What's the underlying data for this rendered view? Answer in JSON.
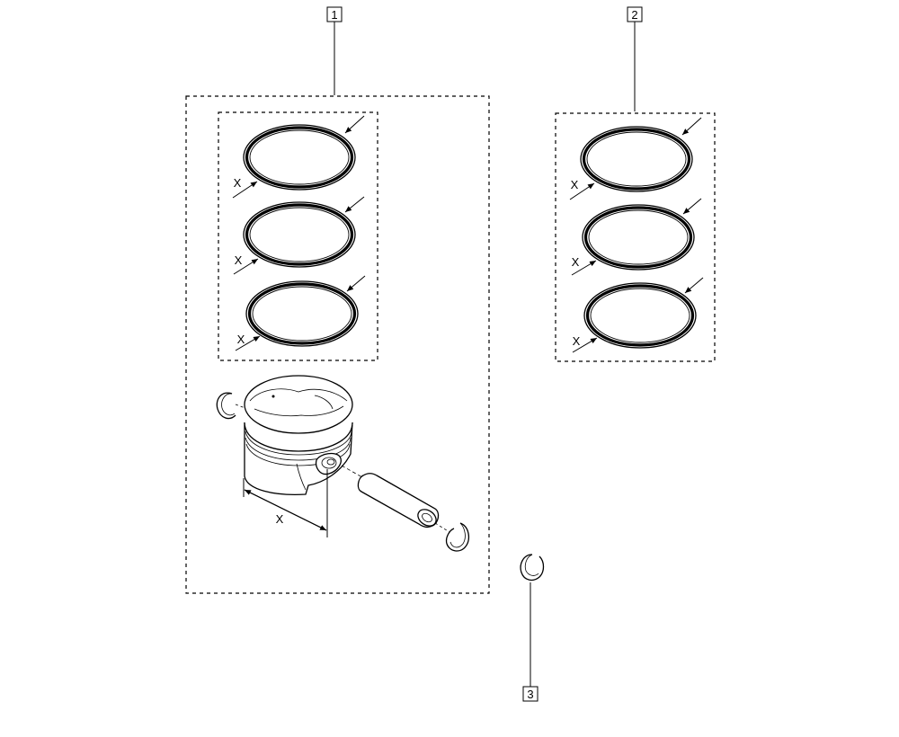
{
  "callouts": [
    "1",
    "2",
    "3"
  ],
  "dimension_label": "X",
  "ring_dimension_label": "X"
}
